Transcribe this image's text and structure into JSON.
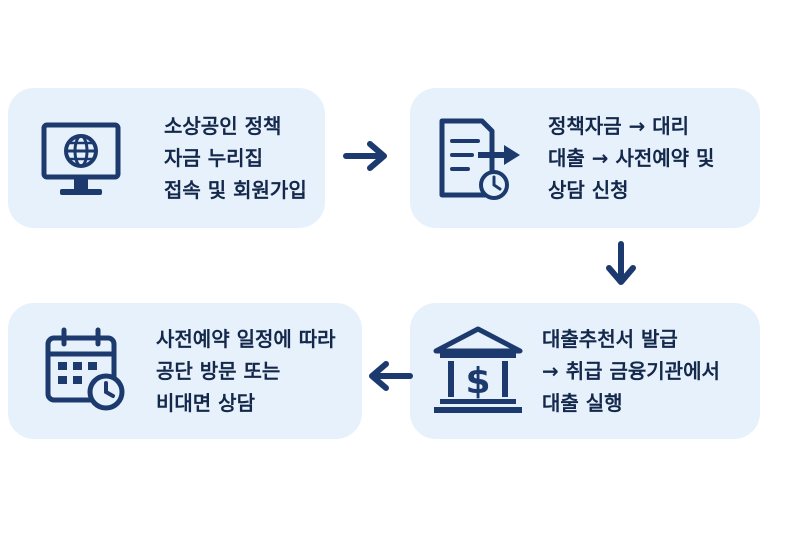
{
  "steps": [
    {
      "icon": "globe-monitor-icon",
      "lines": [
        "소상공인 정책",
        "자금 누리집",
        "접속 및 회원가입"
      ]
    },
    {
      "icon": "document-clock-icon",
      "lines": [
        "정책자금 → 대리",
        "대출 → 사전예약 및",
        "상담 신청"
      ]
    },
    {
      "icon": "bank-dollar-icon",
      "lines": [
        "대출추천서 발급",
        "→ 취급 금융기관에서",
        "대출 실행"
      ]
    },
    {
      "icon": "calendar-clock-icon",
      "lines": [
        "사전예약 일정에 따라",
        "공단 방문 또는",
        "비대면 상담"
      ]
    }
  ],
  "colors": {
    "card_bg": "#e6f1fb",
    "navy": "#1c3a6e",
    "text": "#14284b"
  }
}
